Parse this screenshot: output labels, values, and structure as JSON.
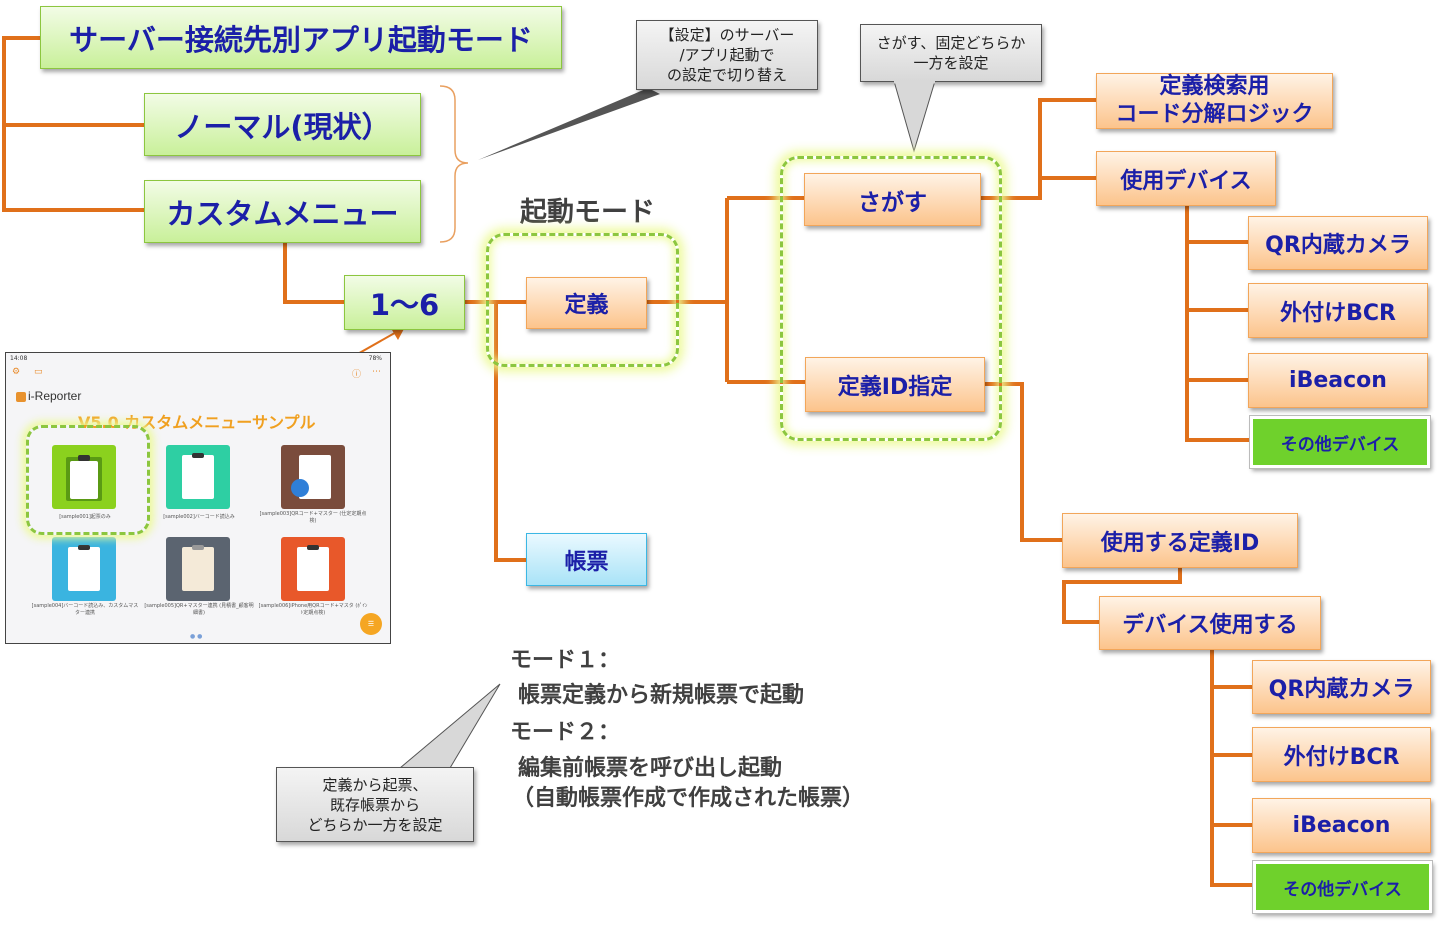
{
  "nodes": {
    "server_mode": "サーバー接続先別アプリ起動モード",
    "normal": "ノーマル(現状）",
    "custom_menu": "カスタムメニュー",
    "one_to_six": "1～6",
    "definition": "定義",
    "form": "帳票",
    "search": "さがす",
    "def_id": "定義ID指定",
    "def_search_line1": "定義検索用",
    "def_search_line2": "コード分解ロジック",
    "use_device": "使用デバイス",
    "use_def_id": "使用する定義ID",
    "device_use": "デバイス使用する"
  },
  "devices_top": [
    "QR内蔵カメラ",
    "外付けBCR",
    "iBeacon",
    "その他デバイス"
  ],
  "devices_bottom": [
    "QR内蔵カメラ",
    "外付けBCR",
    "iBeacon",
    "その他デバイス"
  ],
  "labels": {
    "startup_mode": "起動モード"
  },
  "callouts": {
    "settings": [
      "【設定】のサーバー",
      "/アプリ起動で",
      "の設定で切り替え"
    ],
    "search_fixed": [
      "さがす、固定どちらか",
      "一方を設定"
    ],
    "def_form": [
      "定義から起票、",
      "既存帳票から",
      "どちらか一方を設定"
    ]
  },
  "mode_text": {
    "mode1_title": "モード１：",
    "mode1_desc": "帳票定義から新規帳票で起動",
    "mode2_title": "モード２：",
    "mode2_desc": "編集前帳票を呼び出し起動",
    "mode2_note": "（自動帳票作成で作成された帳票）"
  },
  "tablet": {
    "time": "14:08",
    "battery": "78%",
    "app_name": "i-Reporter",
    "title": "V5.0 カスタムメニューサンプル",
    "tiles": [
      {
        "label": "[sample001]起票のみ",
        "color": "#8bd11e"
      },
      {
        "label": "[sample002]バーコード読込み",
        "color": "#2ecfa3"
      },
      {
        "label": "[sample003]QRコード+マスター (仕定定期点検)",
        "color": "#7a4c3c"
      },
      {
        "label": "[sample004]バーコード読込み、カスタムマスター連携",
        "color": "#3ab4e0"
      },
      {
        "label": "[sample005]QR+マスター連携 (見積書_顧客明細書)",
        "color": "#5b6470"
      },
      {
        "label": "[sample006]iPhone用QRコード+マスタ (ﾎﾟｲﾝﾄ定期点検)",
        "color": "#e8582a"
      }
    ],
    "fab_label": "☰"
  },
  "colors": {
    "line": "#e0701a",
    "box_text": "#1b1fa8",
    "glow_dash": "#8cc63f"
  }
}
